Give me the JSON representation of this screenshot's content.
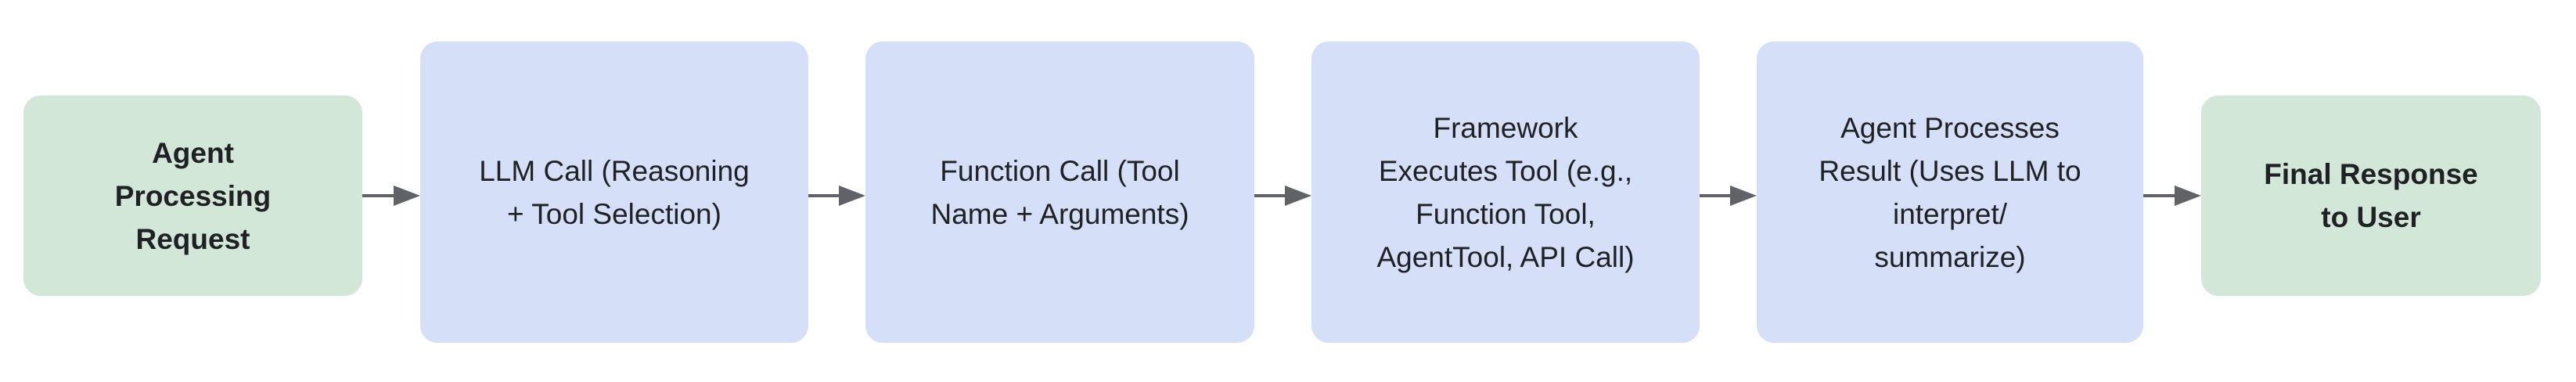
{
  "diagram": {
    "type": "flowchart",
    "flow_direction": "left-to-right",
    "colors": {
      "start_end_fill": "#d2e7d8",
      "process_fill": "#d5e0f8",
      "arrow": "#5f6368",
      "text": "#202124",
      "background": "#ffffff"
    },
    "nodes": [
      {
        "id": "agent-processing-request",
        "kind": "start",
        "shape": "rounded-rect",
        "fill": "#d2e7d8",
        "bold": true,
        "text": "Agent\nProcessing\nRequest"
      },
      {
        "id": "llm-call",
        "kind": "process",
        "shape": "rounded-rect",
        "fill": "#d5e0f8",
        "bold": false,
        "text": "LLM Call (Reasoning\n+ Tool Selection)"
      },
      {
        "id": "function-call",
        "kind": "process",
        "shape": "rounded-rect",
        "fill": "#d5e0f8",
        "bold": false,
        "text": "Function Call (Tool\nName + Arguments)"
      },
      {
        "id": "framework-executes-tool",
        "kind": "process",
        "shape": "rounded-rect",
        "fill": "#d5e0f8",
        "bold": false,
        "text": "Framework\nExecutes Tool (e.g.,\nFunction Tool,\nAgentTool, API Call)"
      },
      {
        "id": "agent-processes-result",
        "kind": "process",
        "shape": "rounded-rect",
        "fill": "#d5e0f8",
        "bold": false,
        "text": "Agent Processes\nResult (Uses LLM to\ninterpret/\nsummarize)"
      },
      {
        "id": "final-response-to-user",
        "kind": "end",
        "shape": "rounded-rect",
        "fill": "#d2e7d8",
        "bold": true,
        "text": "Final Response\nto User"
      }
    ],
    "edges": [
      {
        "from": "agent-processing-request",
        "to": "llm-call",
        "style": "solid-arrow"
      },
      {
        "from": "llm-call",
        "to": "function-call",
        "style": "solid-arrow"
      },
      {
        "from": "function-call",
        "to": "framework-executes-tool",
        "style": "solid-arrow"
      },
      {
        "from": "framework-executes-tool",
        "to": "agent-processes-result",
        "style": "solid-arrow"
      },
      {
        "from": "agent-processes-result",
        "to": "final-response-to-user",
        "style": "solid-arrow"
      }
    ]
  }
}
